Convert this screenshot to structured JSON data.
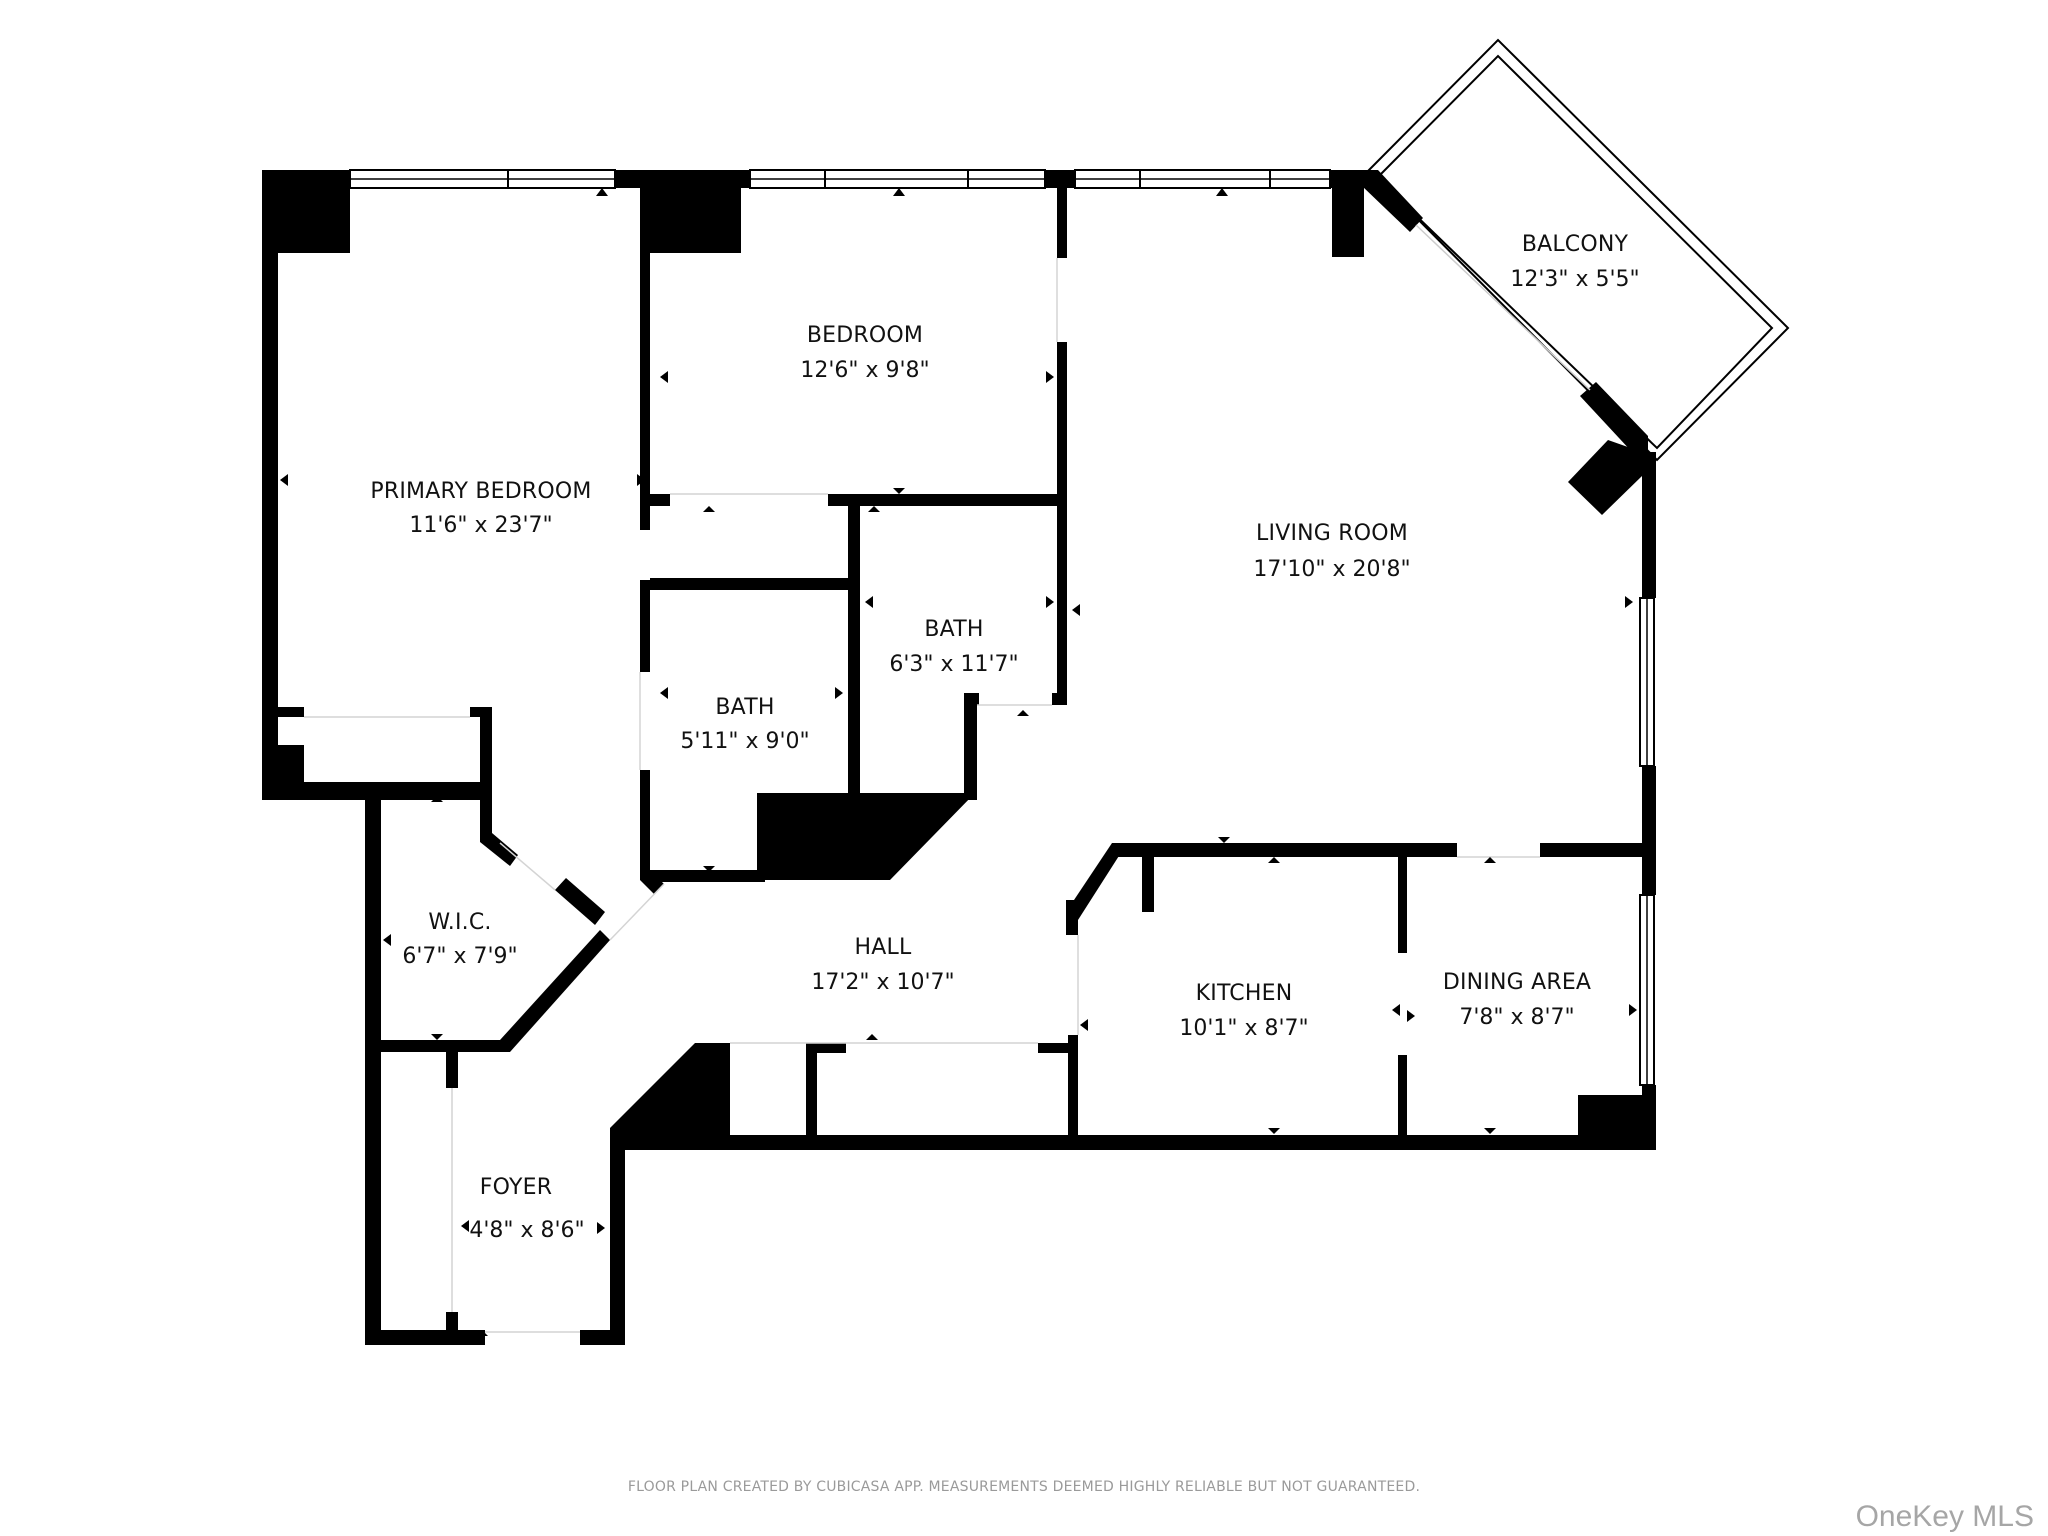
{
  "floor_plan": {
    "rooms": [
      {
        "id": "primary-bedroom",
        "name": "PRIMARY BEDROOM",
        "dimensions": "11'6\" x 23'7\""
      },
      {
        "id": "bedroom",
        "name": "BEDROOM",
        "dimensions": "12'6\" x 9'8\""
      },
      {
        "id": "living-room",
        "name": "LIVING ROOM",
        "dimensions": "17'10\" x 20'8\""
      },
      {
        "id": "balcony",
        "name": "BALCONY",
        "dimensions": "12'3\" x 5'5\""
      },
      {
        "id": "bath-2",
        "name": "BATH",
        "dimensions": "6'3\" x 11'7\""
      },
      {
        "id": "bath-1",
        "name": "BATH",
        "dimensions": "5'11\" x 9'0\""
      },
      {
        "id": "wic",
        "name": "W.I.C.",
        "dimensions": "6'7\" x 7'9\""
      },
      {
        "id": "hall",
        "name": "HALL",
        "dimensions": "17'2\" x 10'7\""
      },
      {
        "id": "kitchen",
        "name": "KITCHEN",
        "dimensions": "10'1\" x 8'7\""
      },
      {
        "id": "dining-area",
        "name": "DINING AREA",
        "dimensions": "7'8\" x 8'7\""
      },
      {
        "id": "foyer",
        "name": "FOYER",
        "dimensions": "4'8\" x 8'6\""
      }
    ]
  },
  "footer": {
    "disclaimer": "FLOOR PLAN CREATED BY CUBICASA APP. MEASUREMENTS DEEMED HIGHLY RELIABLE BUT NOT GUARANTEED.",
    "brand": "OneKey MLS"
  },
  "colors": {
    "wall": "#000000",
    "background": "#ffffff",
    "footer_text": "#9a9a9a",
    "brand_text": "#a6a6a6"
  }
}
